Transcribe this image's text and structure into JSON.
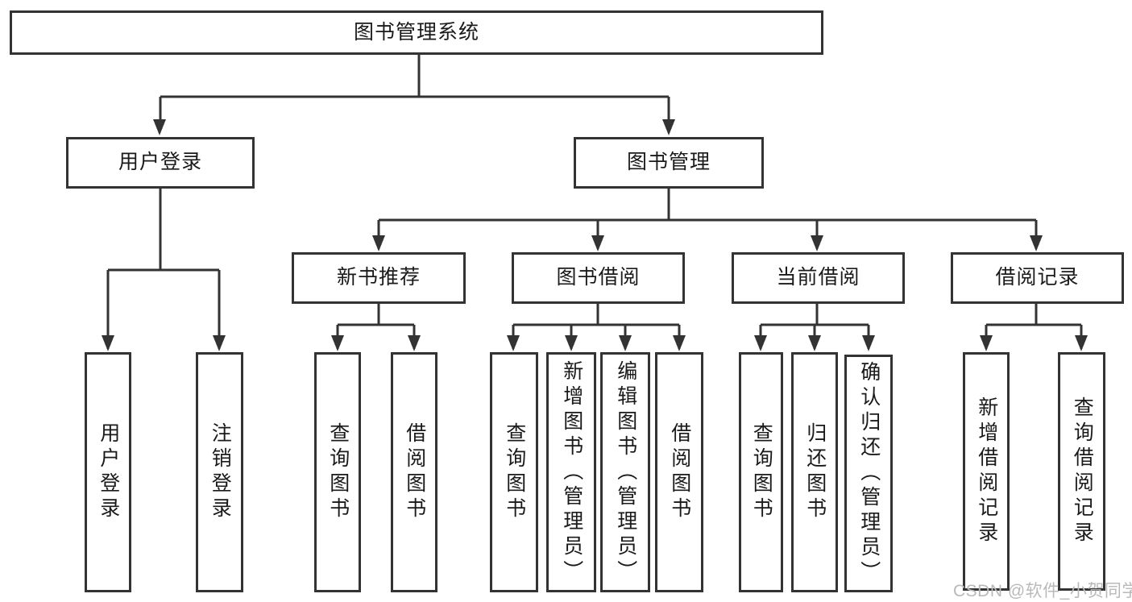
{
  "tree": {
    "label": "图书管理系统",
    "children": [
      {
        "label": "用户登录",
        "children": [
          {
            "label": "用户登录"
          },
          {
            "label": "注销登录"
          }
        ]
      },
      {
        "label": "图书管理",
        "children": [
          {
            "label": "新书推荐",
            "children": [
              {
                "label": "查询图书"
              },
              {
                "label": "借阅图书"
              }
            ]
          },
          {
            "label": "图书借阅",
            "children": [
              {
                "label": "查询图书"
              },
              {
                "label": "新增图书（管理员）"
              },
              {
                "label": "编辑图书（管理员）"
              },
              {
                "label": "借阅图书"
              }
            ]
          },
          {
            "label": "当前借阅",
            "children": [
              {
                "label": "查询图书"
              },
              {
                "label": "归还图书"
              },
              {
                "label": "确认归还（管理员）"
              }
            ]
          },
          {
            "label": "借阅记录",
            "children": [
              {
                "label": "新增借阅记录"
              },
              {
                "label": "查询借阅记录"
              }
            ]
          }
        ]
      }
    ]
  },
  "watermark": {
    "text": "CSDN @软件_小贺同学"
  },
  "style": {
    "line_color": "#333333",
    "text_color": "#1a1a1a",
    "background_color": "#ffffff",
    "watermark_color": "#b9b9b9"
  }
}
